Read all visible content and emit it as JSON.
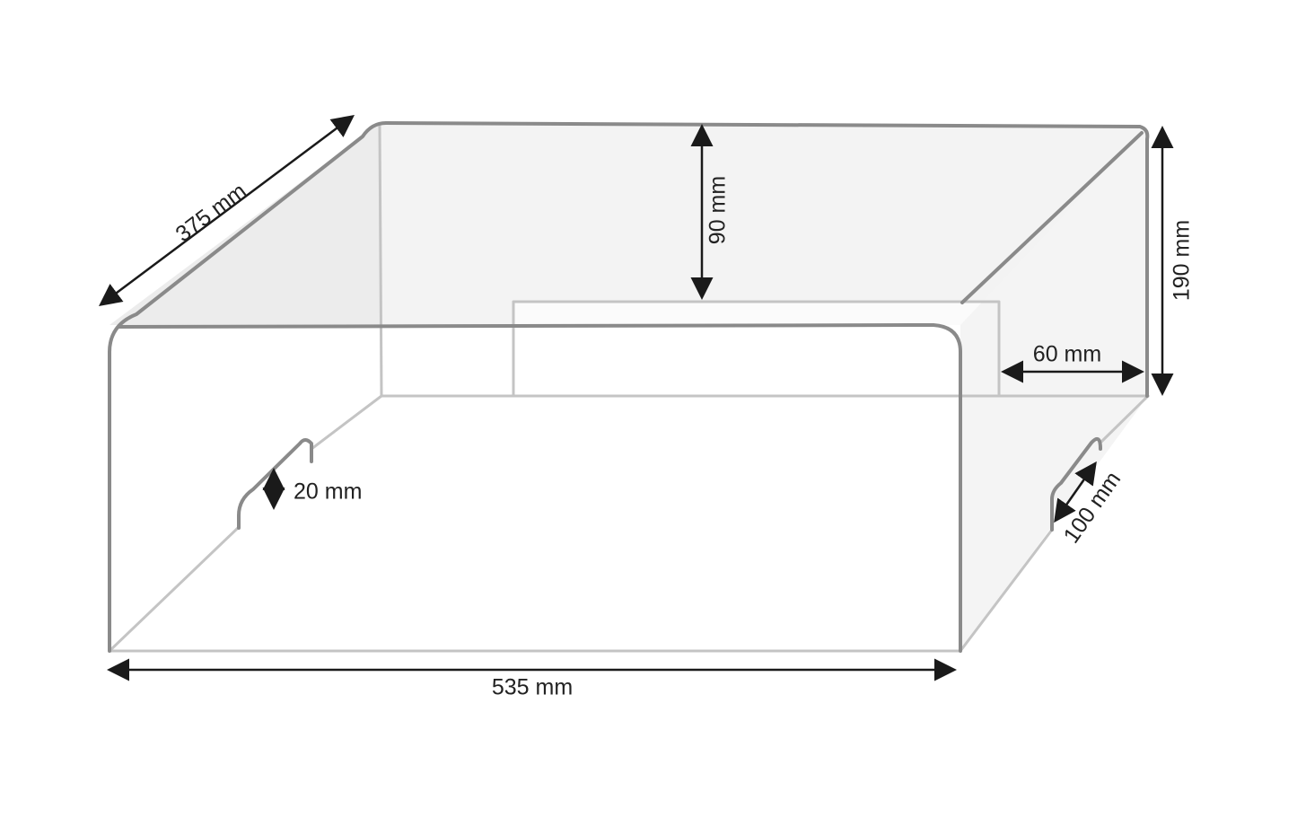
{
  "diagram": {
    "dimensions": {
      "depth": "375 mm",
      "window_height": "90 mm",
      "total_height": "190 mm",
      "window_offset": "60 mm",
      "notch_height": "20 mm",
      "notch_width": "100 mm",
      "width": "535 mm"
    },
    "colors": {
      "outline": "#8a8a8a",
      "inner_edges": "#c4c4c4",
      "top_panel": "#ececec",
      "side_panel": "#f4f4f4",
      "dimension_arrows": "#1a1a1a"
    }
  }
}
